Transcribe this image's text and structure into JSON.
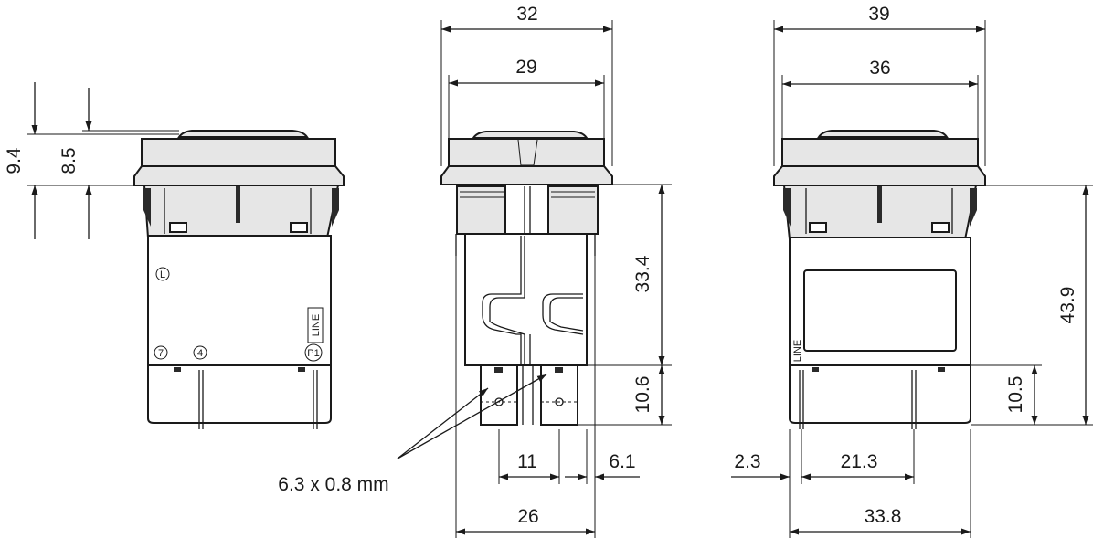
{
  "side_view": {
    "dim_total_height": "9.4",
    "dim_button_height": "8.5",
    "terminal_L": "L",
    "terminal_7": "7",
    "terminal_4": "4",
    "terminal_P1": "P1",
    "line_label": "LINE"
  },
  "front_view": {
    "dim_bezel_width": "32",
    "dim_button_width": "29",
    "dim_body_height": "33.4",
    "dim_terminal_length": "10.6",
    "dim_terminal_pitch": "11",
    "dim_terminal_offset": "6.1",
    "dim_base_width": "26",
    "terminal_spec": "6.3 x 0.8 mm"
  },
  "rear_view": {
    "dim_bezel_width": "39",
    "dim_button_width": "36",
    "dim_total_height": "43.9",
    "dim_terminal_length": "10.5",
    "dim_edge_offset": "2.3",
    "dim_terminal_pitch": "21.3",
    "dim_base_width": "33.8",
    "line_label": "LINE"
  }
}
